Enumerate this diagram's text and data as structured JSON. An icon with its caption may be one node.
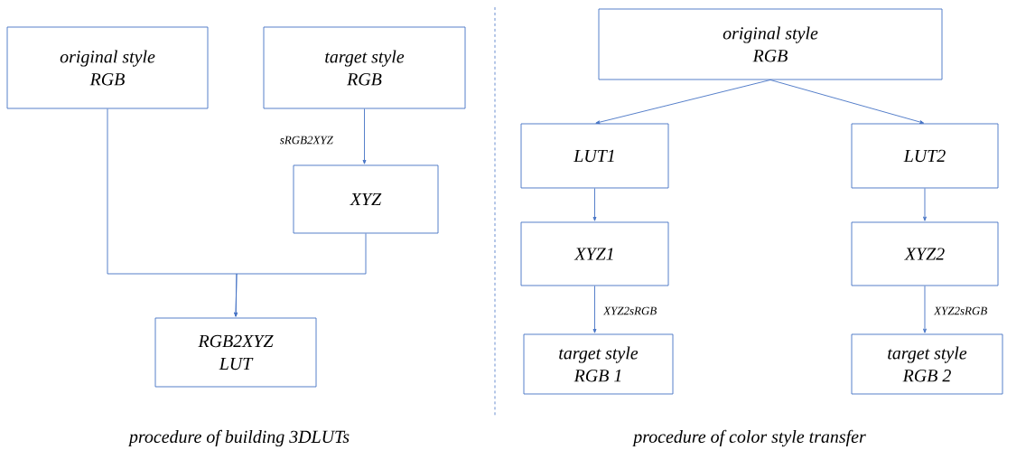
{
  "diagram": {
    "nodes": [
      {
        "text": [
          "original style RGB"
        ]
      },
      {
        "text": [
          "target style RGB"
        ]
      },
      {
        "text": [
          "XYZ"
        ]
      },
      {
        "text": [
          "RGB2XYZ LUT"
        ]
      },
      {
        "text": [
          "original style RGB"
        ]
      },
      {
        "text": [
          "LUT1"
        ]
      },
      {
        "text": [
          "LUT2"
        ]
      },
      {
        "text": [
          "XYZ1"
        ]
      },
      {
        "text": [
          "XYZ2"
        ]
      },
      {
        "text": [
          "target style RGB 1"
        ]
      },
      {
        "text": [
          "target style RGB 2"
        ]
      }
    ],
    "edges": [
      {
        "from": 1,
        "to": 2,
        "arrow": "to",
        "label": "sRGB2XYZ"
      },
      {
        "from": 0,
        "to": 3,
        "arrow": "to"
      },
      {
        "from": 2,
        "to": 3,
        "arrow": "to"
      },
      {
        "from": 4,
        "to": 5,
        "arrow": "to"
      },
      {
        "from": 4,
        "to": 6,
        "arrow": "to"
      },
      {
        "from": 5,
        "to": 7,
        "arrow": "to"
      },
      {
        "from": 6,
        "to": 8,
        "arrow": "to"
      },
      {
        "from": 7,
        "to": 9,
        "arrow": "to",
        "label": "XYZ2sRGB"
      },
      {
        "from": 8,
        "to": 10,
        "arrow": "to",
        "label": "XYZ2sRGB"
      }
    ],
    "labels": [
      "procedure of building 3DLUTs",
      "procedure of color style transfer"
    ]
  }
}
